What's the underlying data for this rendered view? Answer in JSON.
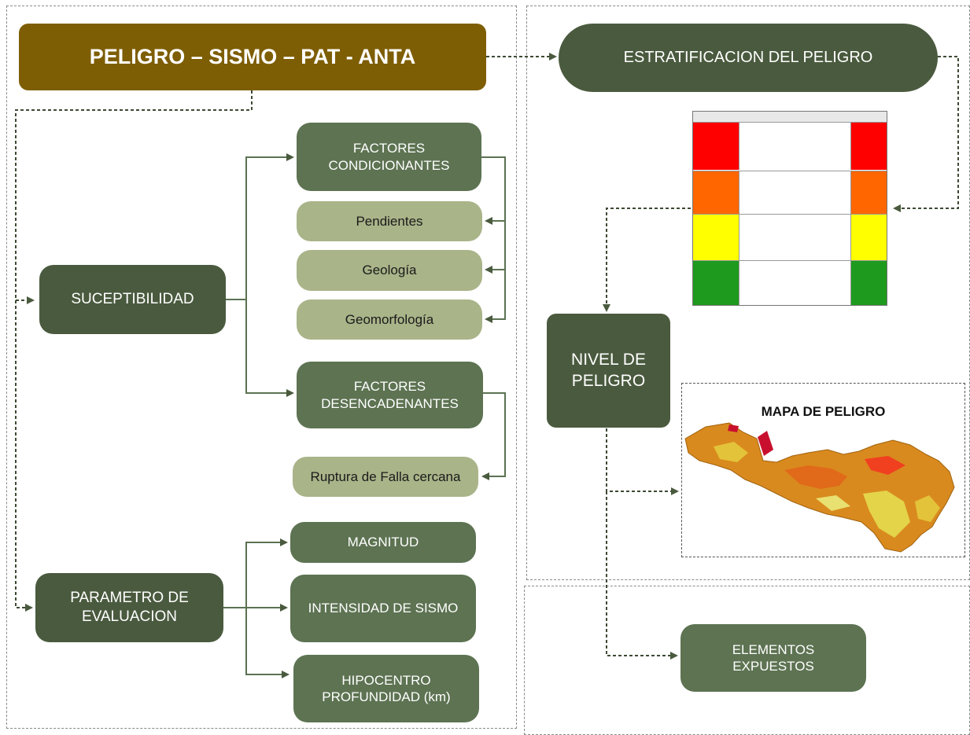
{
  "title": "PELIGRO – SISMO – PAT - ANTA",
  "estratificacion": "ESTRATIFICACION DEL PELIGRO",
  "susceptibilidad": "SUCEPTIBILIDAD",
  "factores_condicionantes": "FACTORES\nCONDICIONANTES",
  "condicionantes": [
    "Pendientes",
    "Geología",
    "Geomorfología"
  ],
  "factores_desencadenantes": "FACTORES\nDESENCADENANTES",
  "desencadenante": "Ruptura de Falla cercana",
  "parametro": "PARAMETRO DE\nEVALUACION",
  "parametros": [
    "MAGNITUD",
    "INTENSIDAD DE SISMO",
    "HIPOCENTRO\nPROFUNDIDAD (km)"
  ],
  "nivel": "NIVEL DE\nPELIGRO",
  "mapa_title": "MAPA DE PELIGRO",
  "elementos": "ELEMENTOS\nEXPUESTOS",
  "colors": {
    "muy_alto": "#ff0000",
    "alto": "#ff6600",
    "medio": "#ffff00",
    "bajo": "#1e9a1e"
  }
}
